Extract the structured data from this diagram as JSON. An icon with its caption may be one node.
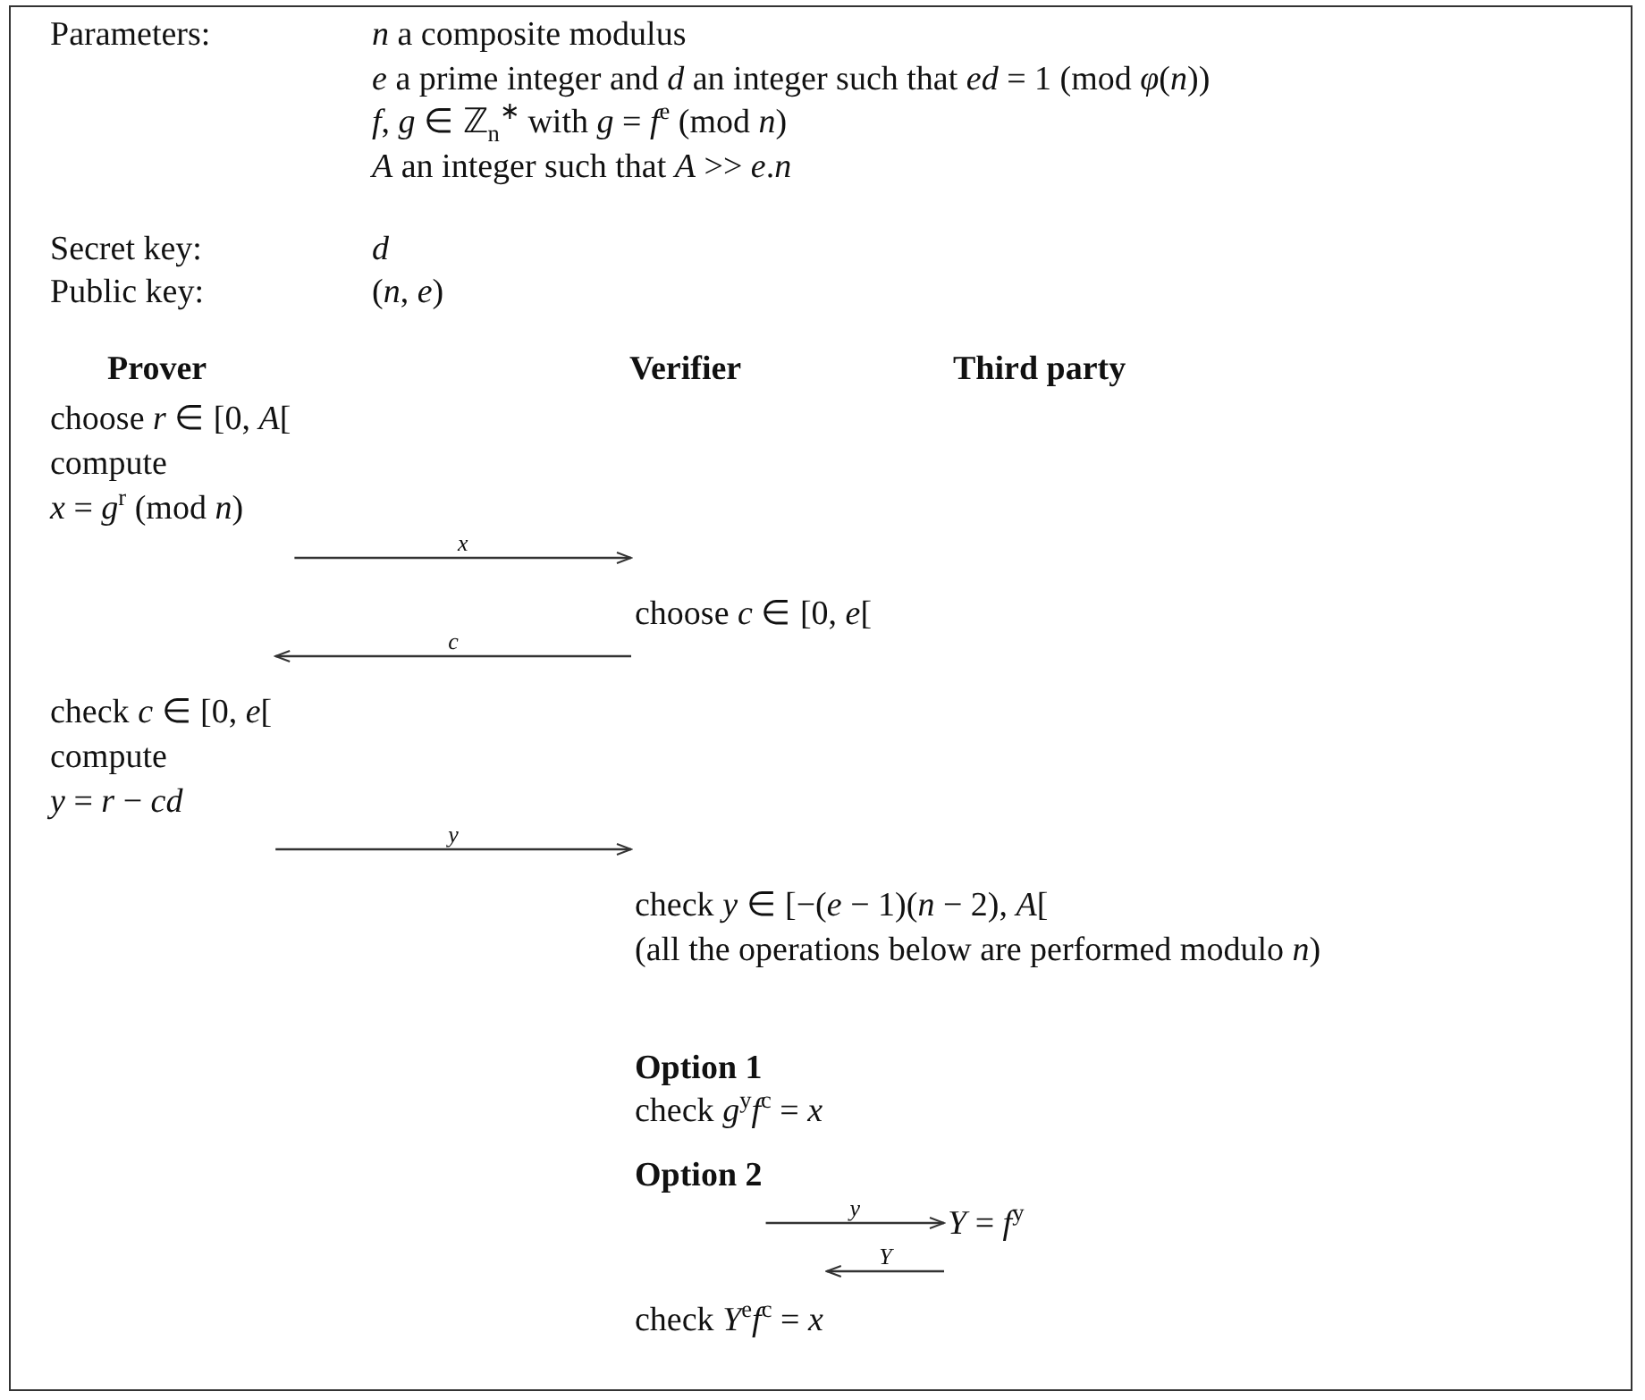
{
  "diagram": {
    "nodes": [
      {
        "text": [
          "choose *r* ∈ [0, *A*[",
          "compute",
          "*x* = *g*$^{r}$ (mod *n*)"
        ]
      },
      {
        "text": [
          "choose *c* ∈ [0, *e*["
        ]
      },
      {
        "text": [
          "check *c* ∈ [0, *e*[",
          "compute",
          "*y* = *r* − *cd*"
        ]
      },
      {
        "text": [
          "check *y* ∈ [−(*e* − 1)(*n* − 2), *A*[",
          "(all the operations below are performed modulo *n*)"
        ]
      },
      {
        "text": [
          "Option 2"
        ]
      },
      {
        "text": [
          "*Y* = *f*$^{y}$"
        ]
      },
      {
        "text": [
          "check *Y*$^{e}$*f*$^{c}$ = *x*"
        ]
      }
    ],
    "edges": [
      {
        "from": 0,
        "to": 1,
        "arrow": "to",
        "label": "x"
      },
      {
        "from": 1,
        "to": 2,
        "arrow": "to",
        "label": "c"
      },
      {
        "from": 2,
        "to": 3,
        "arrow": "to",
        "label": "y"
      },
      {
        "from": 4,
        "to": 5,
        "arrow": "to",
        "label": "y"
      },
      {
        "from": 5,
        "to": 6,
        "arrow": "to",
        "label": "Y"
      }
    ],
    "labels": [
      "Parameters:",
      "*n* a composite modulus",
      "*e* a prime integer and *d* an integer such that *ed* = 1 (mod *φ*(*n*))",
      "*f*, *g* ∈ ℤ$_{n}$$^{∗}$ with *g* = *f*$^{e}$ (mod *n*)",
      "*A* an integer such that *A* >> *e*.*n*",
      "Secret key:",
      "*d*",
      "Public key:",
      "(*n*, *e*)",
      "Prover",
      "Verifier",
      "Third party",
      "Option 1",
      "check *g*$^{y}$*f*$^{c}$ = *x*"
    ]
  }
}
